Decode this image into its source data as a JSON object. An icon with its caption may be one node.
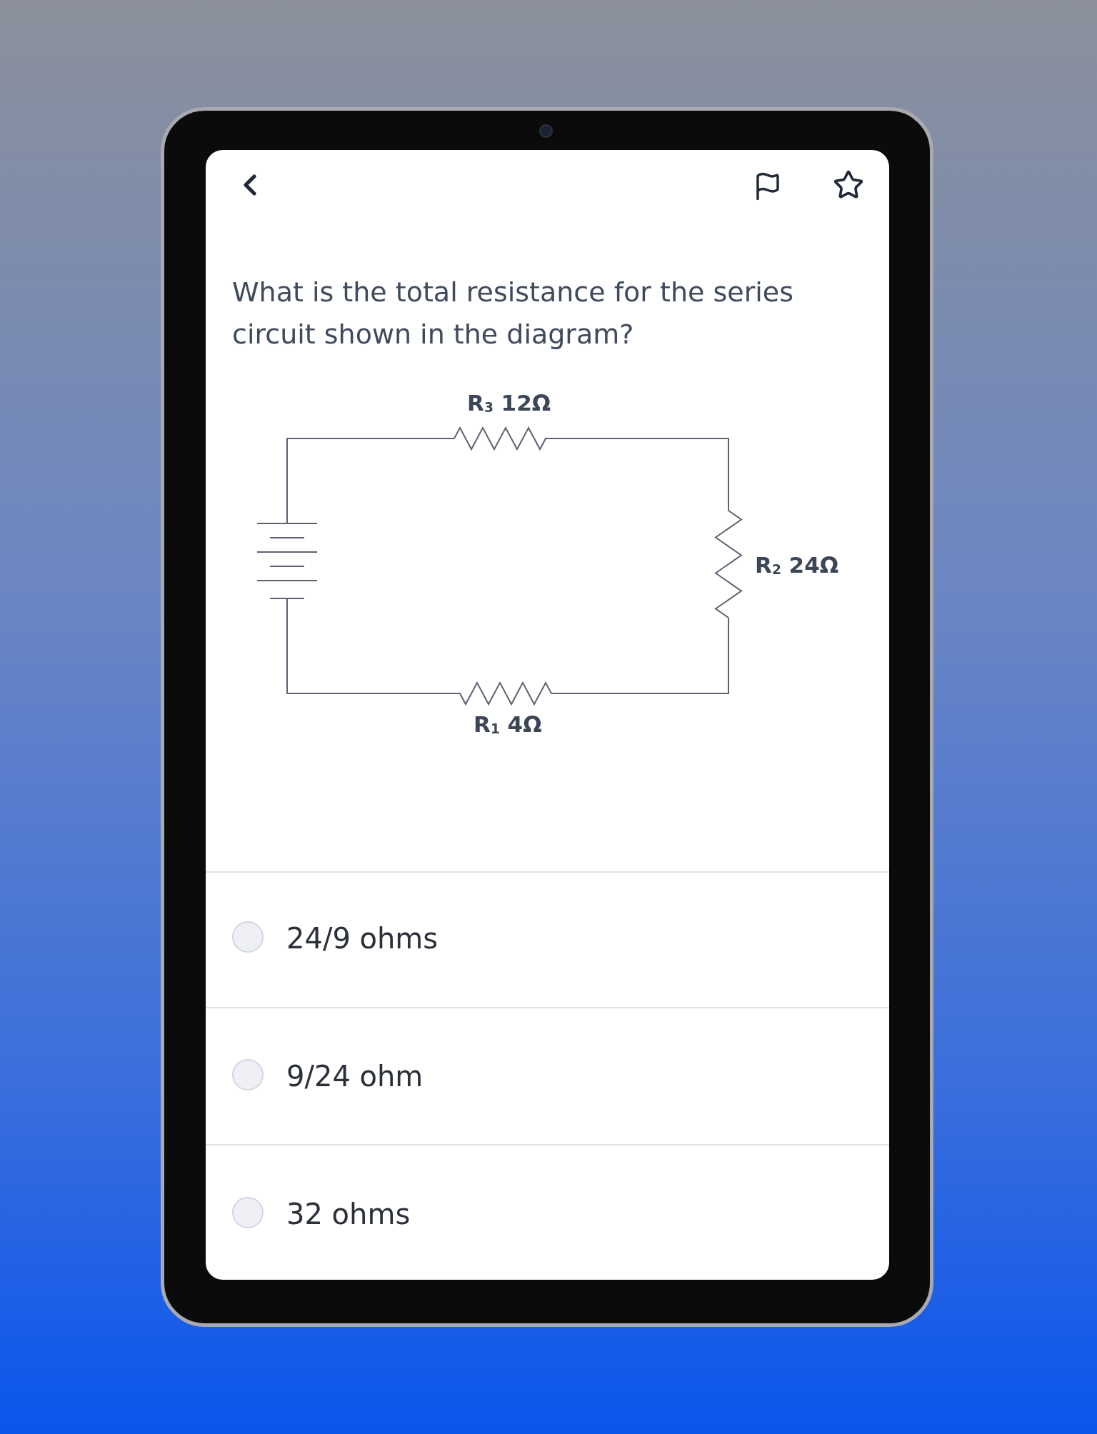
{
  "diagram": {
    "labels": [
      "What is the total resistance for the series circuit shown in the diagram?",
      "R$_{3}$ 12Ω",
      "R$_{2}$ 24Ω",
      "R$_{1}$ 4Ω",
      "24/9 ohms",
      "9/24 ohm",
      "32 ohms"
    ]
  }
}
